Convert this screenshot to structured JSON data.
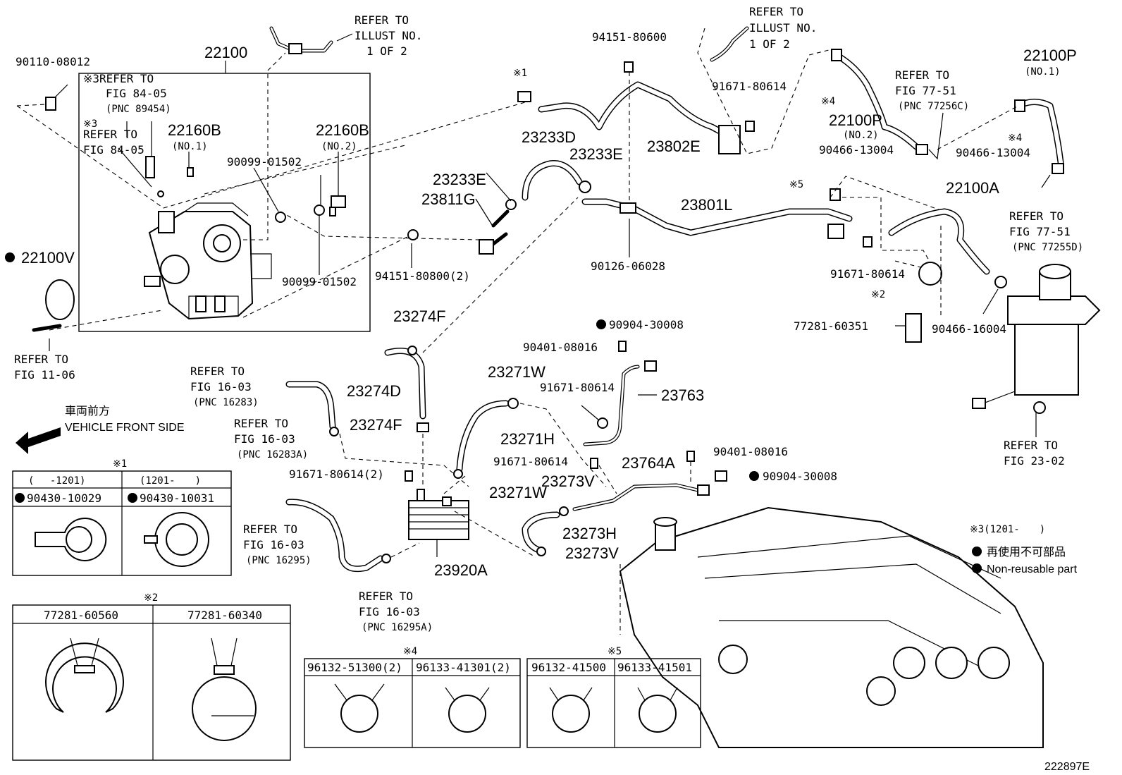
{
  "labels": {
    "p22100": "22100",
    "p90110": "90110-08012",
    "ref3a": "※3REFER TO",
    "fig8405a": "FIG 84-05",
    "pnc89454": "(PNC 89454)",
    "ref3b_mark": "※3",
    "refer_to_b": "REFER TO",
    "fig8405b": "FIG 84-05",
    "p22160b1": "22160B",
    "no1a": "(NO.1)",
    "p22160b2": "22160B",
    "no2a": "(NO.2)",
    "p90099a": "90099-01502",
    "p90099b": "90099-01502",
    "p22100v": "22100V",
    "refer_fig1106_a": "REFER TO",
    "refer_fig1106_b": "FIG 11-06",
    "refer_illust1_a": "REFER TO",
    "refer_illust1_b": "ILLUST NO.",
    "refer_illust1_c": "1 OF 2",
    "refer_illust2_a": "REFER TO",
    "refer_illust2_b": "ILLUST NO.",
    "refer_illust2_c": "1 OF 2",
    "mark1": "※1",
    "p94151_806": "94151-80600",
    "p23233d": "23233D",
    "p23233e1": "23233E",
    "p23233e2": "23233E",
    "p23811g": "23811G",
    "p94151_808": "94151-80800(2)",
    "p91671_a": "91671-80614",
    "p23802e": "23802E",
    "p23801l": "23801L",
    "p90126": "90126-06028",
    "mark4a": "※4",
    "p22100p2": "22100P",
    "no2b": "(NO.2)",
    "p90466a": "90466-13004",
    "ref7751a_1": "REFER TO",
    "ref7751a_2": "FIG 77-51",
    "ref7751a_3": "(PNC 77256C)",
    "p22100p1": "22100P",
    "no1b": "(NO.1)",
    "mark4b": "※4",
    "p90466b": "90466-13004",
    "ref7751b_1": "REFER TO",
    "ref7751b_2": "FIG 77-51",
    "ref7751b_3": "(PNC 77255D)",
    "mark5": "※5",
    "p22100a": "22100A",
    "p91671_b": "91671-80614",
    "mark2": "※2",
    "p77281": "77281-60351",
    "p90466c": "90466-16004",
    "ref2302_1": "REFER TO",
    "ref2302_2": "FIG 23-02",
    "p23274f1": "23274F",
    "p23274d": "23274D",
    "p23274f2": "23274F",
    "ref1603a_1": "REFER TO",
    "ref1603a_2": "FIG 16-03",
    "ref1603a_3": "(PNC 16283)",
    "ref1603b_1": "REFER TO",
    "ref1603b_2": "FIG 16-03",
    "ref1603b_3": "(PNC 16283A)",
    "p91671_2": "91671-80614(2)",
    "ref1603c_1": "REFER TO",
    "ref1603c_2": "FIG 16-03",
    "ref1603c_3": "(PNC 16295)",
    "ref1603d_1": "REFER TO",
    "ref1603d_2": "FIG 16-03",
    "ref1603d_3": "(PNC 16295A)",
    "p23920a": "23920A",
    "p90904a": "90904-30008",
    "p90401a": "90401-08016",
    "p91671_c": "91671-80614",
    "p23763": "23763",
    "p23271w1": "23271W",
    "p23271h": "23271H",
    "p91671_d": "91671-80614",
    "p23271w2": "23271W",
    "p23273v1": "23273V",
    "p23273h": "23273H",
    "p23273v2": "23273V",
    "p23764a": "23764A",
    "p90401b": "90401-08016",
    "p90904b": "90904-30008",
    "front_jp": "車両前方",
    "front_en": "VEHICLE FRONT SIDE",
    "note3": "※3(1201-　　)",
    "legend_jp": "再使用不可部品",
    "legend_en": "Non-reusable part",
    "code": "222897E"
  },
  "table1": {
    "mark": "※1",
    "col1_head": "(　 -1201)",
    "col2_head": "(1201-　　)",
    "col1_part": "90430-10029",
    "col2_part": "90430-10031"
  },
  "table2": {
    "mark": "※2",
    "col1": "77281-60560",
    "col2": "77281-60340"
  },
  "table4": {
    "mark": "※4",
    "col1": "96132-51300(2)",
    "col2": "96133-41301(2)"
  },
  "table5": {
    "mark": "※5",
    "col1": "96132-41500",
    "col2": "96133-41501"
  }
}
